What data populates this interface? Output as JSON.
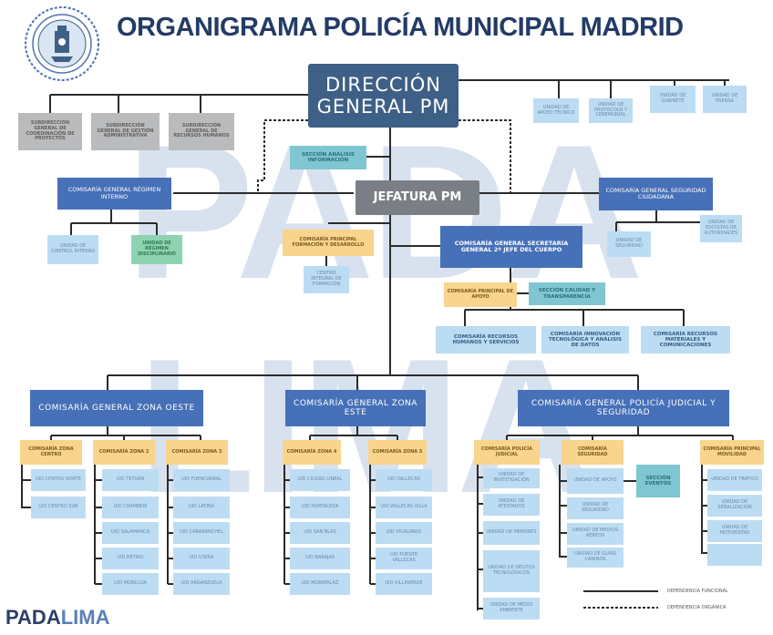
{
  "title": "ORGANIGRAMA POLICÍA MUNICIPAL MADRID",
  "watermark": {
    "line1": "PADA",
    "line2": "LIMA"
  },
  "footer_logo": {
    "part1": "PADA",
    "part2": "LIMA"
  },
  "colors": {
    "dark_blue": "#3e5f86",
    "blue": "#4670b7",
    "light_blue": "#bcdcf3",
    "orange": "#f8d48c",
    "teal": "#7fc6d2",
    "gray": "#b9bbbd",
    "green": "#8dd3b1",
    "title": "#233b66"
  },
  "top": {
    "direccion": "DIRECCIÓN GENERAL PM",
    "jefatura": "JEFATURA PM",
    "gray_units": [
      "SUBDIRECCIÓN GENERAL DE COORDINACIÓN DE PROYECTOS",
      "SUBDIRECCIÓN GENERAL DE GESTIÓN ADMINISTRATIVA",
      "SUBDIRECCIÓN GENERAL DE RECURSOS HUMANOS"
    ],
    "right_units": [
      "UNIDAD DE APOYO TÉCNICO",
      "UNIDAD DE PROTOCOLO Y CEREMONIAL",
      "UNIDAD DE GABINETE",
      "UNIDAD DE PRENSA"
    ],
    "teal_top": "SECCIÓN ANÁLISIS INFORMACIÓN",
    "cg_left": "COMISARÍA GENERAL RÉGIMEN INTERNO",
    "cg_left_children": [
      "UNIDAD DE CONTROL INTERNO",
      "UNIDAD DE RÉGIMEN DISCIPLINARIO"
    ],
    "cg_right": "COMISARÍA GENERAL SEGURIDAD CIUDADANA",
    "cg_right_children": [
      "UNIDAD DE SEGURIDAD",
      "UNIDAD DE ESCOLTAS DE AUTORIDADES"
    ],
    "formacion": "COMISARÍA PRINCIPAL FORMACIÓN Y DESARROLLO",
    "formacion_child": "CENTRO INTEGRAL DE FORMACIÓN",
    "secretaria": "COMISARÍA GENERAL SECRETARÍA GENERAL 2º JEFE DEL CUERPO",
    "sec_orange": "COMISARÍA PRINCIPAL DE APOYO",
    "sec_teal": "SECCIÓN CALIDAD Y TRANSPARENCIA",
    "sec_children": [
      "COMISARÍA RECURSOS HUMANOS Y SERVICIOS",
      "COMISARÍA INNOVACIÓN TECNOLÓGICA Y ANÁLISIS DE DATOS",
      "COMISARÍA RECURSOS MATERIALES Y COMUNICACIONES"
    ]
  },
  "zones": [
    {
      "name": "COMISARÍA GENERAL ZONA OESTE",
      "cols": [
        {
          "head": "COMISARÍA ZONA CENTRO",
          "items": [
            "UID CENTRO NORTE",
            "UID CENTRO SUR"
          ]
        },
        {
          "head": "COMISARÍA ZONA 2",
          "items": [
            "UID TETUÁN",
            "UID CHAMBERÍ",
            "UID SALAMANCA",
            "UID RETIRO",
            "UID MONCLOA"
          ]
        },
        {
          "head": "COMISARÍA ZONA 3",
          "items": [
            "UID FUENCARRAL",
            "UID LATINA",
            "UID CARABANCHEL",
            "UID USERA",
            "UID ARGANZUELA"
          ]
        }
      ]
    },
    {
      "name": "COMISARÍA GENERAL ZONA ESTE",
      "cols": [
        {
          "head": "COMISARÍA ZONA 4",
          "items": [
            "UID CIUDAD LINEAL",
            "UID HORTALEZA",
            "UID SAN BLAS",
            "UID BARAJAS",
            "UID MORATALAZ"
          ]
        },
        {
          "head": "COMISARÍA ZONA 5",
          "items": [
            "UID VALLECAS",
            "UID VALLECAS VILLA",
            "UID VICÁLVARO",
            "UID PUENTE VALLECAS",
            "UID VILLAVERDE"
          ]
        }
      ]
    },
    {
      "name": "COMISARÍA GENERAL POLICÍA JUDICIAL Y SEGURIDAD",
      "cols": [
        {
          "head": "COMISARÍA POLICÍA JUDICIAL",
          "items": [
            "UNIDAD DE INVESTIGACIÓN",
            "UNIDAD DE ATESTADOS",
            "UNIDAD DE MENORES",
            "UNIDAD DE DELITOS TECNOLÓGICOS",
            "UNIDAD DE MEDIO AMBIENTE"
          ]
        },
        {
          "head": "COMISARÍA SEGURIDAD",
          "items": [
            "UNIDAD DE APOYO",
            "UNIDAD DE SEGURIDAD",
            "UNIDAD DE MEDIOS AÉREOS",
            "UNIDAD DE GUÍAS CANINOS"
          ],
          "side": "SECCIÓN EVENTOS"
        },
        {
          "head": "COMISARÍA PRINCIPAL MOVILIDAD",
          "items": [
            "UNIDAD DE TRÁFICO",
            "UNIDAD DE SEÑALIZACIÓN",
            "UNIDAD DE MOTORISTAS"
          ]
        }
      ]
    }
  ],
  "legend": [
    {
      "style": "solid",
      "label": "DEPENDENCIA FUNCIONAL"
    },
    {
      "style": "dashed",
      "label": "DEPENDENCIA ORGÁNICA"
    }
  ]
}
